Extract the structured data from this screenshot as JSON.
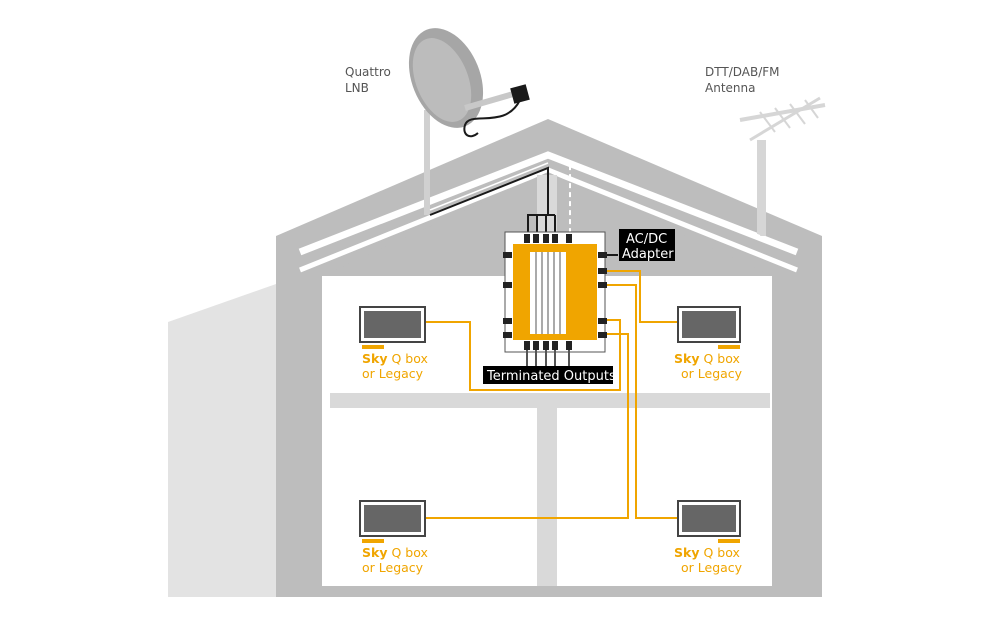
{
  "labels": {
    "lnb_line1": "Quattro",
    "lnb_line2": "LNB",
    "antenna_line1": "DTT/DAB/FM",
    "antenna_line2": "Antenna",
    "adapter_line1": "AC/DC",
    "adapter_line2": "Adapter",
    "terminated_outputs": "Terminated Outputs"
  },
  "tvs": [
    {
      "brand": "Sky",
      "suffix": " Q box",
      "line2": "or Legacy"
    },
    {
      "brand": "Sky",
      "suffix": " Q box",
      "line2": "or Legacy"
    },
    {
      "brand": "Sky",
      "suffix": " Q box",
      "line2": "or Legacy"
    },
    {
      "brand": "Sky",
      "suffix": " Q box",
      "line2": "or Legacy"
    }
  ],
  "colors": {
    "house": "#bdbdbd",
    "house_light": "#d9d9d9",
    "cable_orange": "#f0a500",
    "cable_black": "#1a1a1a",
    "multiswitch": "#f0a500",
    "label_bg": "#000000"
  }
}
